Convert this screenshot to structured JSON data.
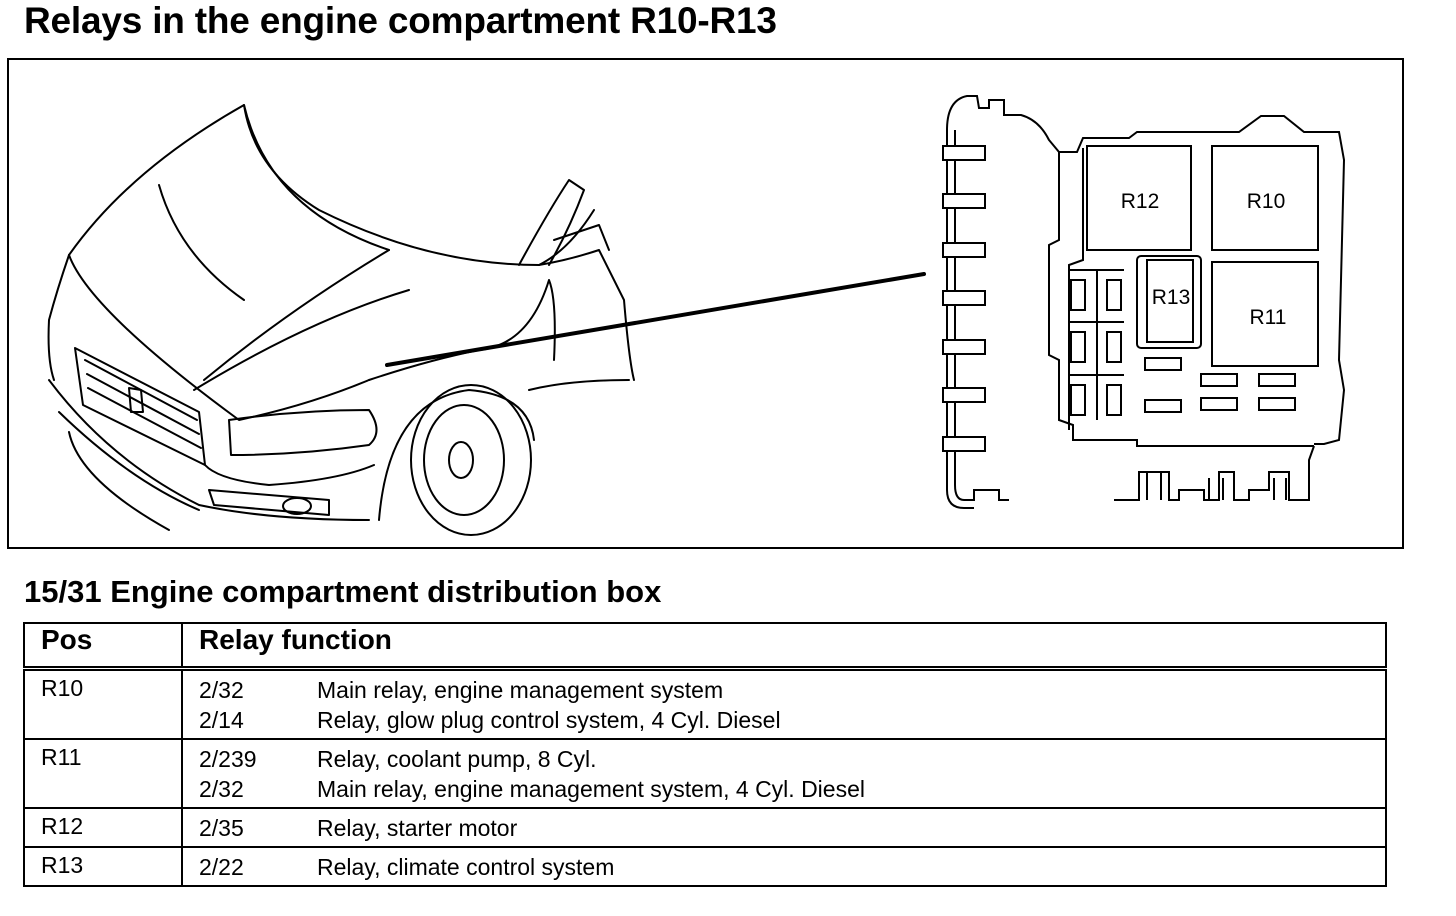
{
  "title": "Relays in the engine compartment R10-R13",
  "diagram": {
    "relay_labels": {
      "r12": "R12",
      "r10": "R10",
      "r13": "R13",
      "r11": "R11"
    }
  },
  "section_title": "15/31 Engine compartment distribution box",
  "table": {
    "headers": {
      "pos": "Pos",
      "function": "Relay function"
    },
    "rows": [
      {
        "pos": "R10",
        "entries": [
          {
            "code": "2/32",
            "desc": "Main relay, engine management system"
          },
          {
            "code": "2/14",
            "desc": "Relay, glow plug control system, 4 Cyl. Diesel"
          }
        ]
      },
      {
        "pos": "R11",
        "entries": [
          {
            "code": "2/239",
            "desc": "Relay, coolant pump, 8 Cyl."
          },
          {
            "code": "2/32",
            "desc": "Main relay, engine management system, 4 Cyl. Diesel"
          }
        ]
      },
      {
        "pos": "R12",
        "entries": [
          {
            "code": "2/35",
            "desc": "Relay, starter motor"
          }
        ]
      },
      {
        "pos": "R13",
        "entries": [
          {
            "code": "2/22",
            "desc": "Relay, climate control system"
          }
        ]
      }
    ]
  }
}
